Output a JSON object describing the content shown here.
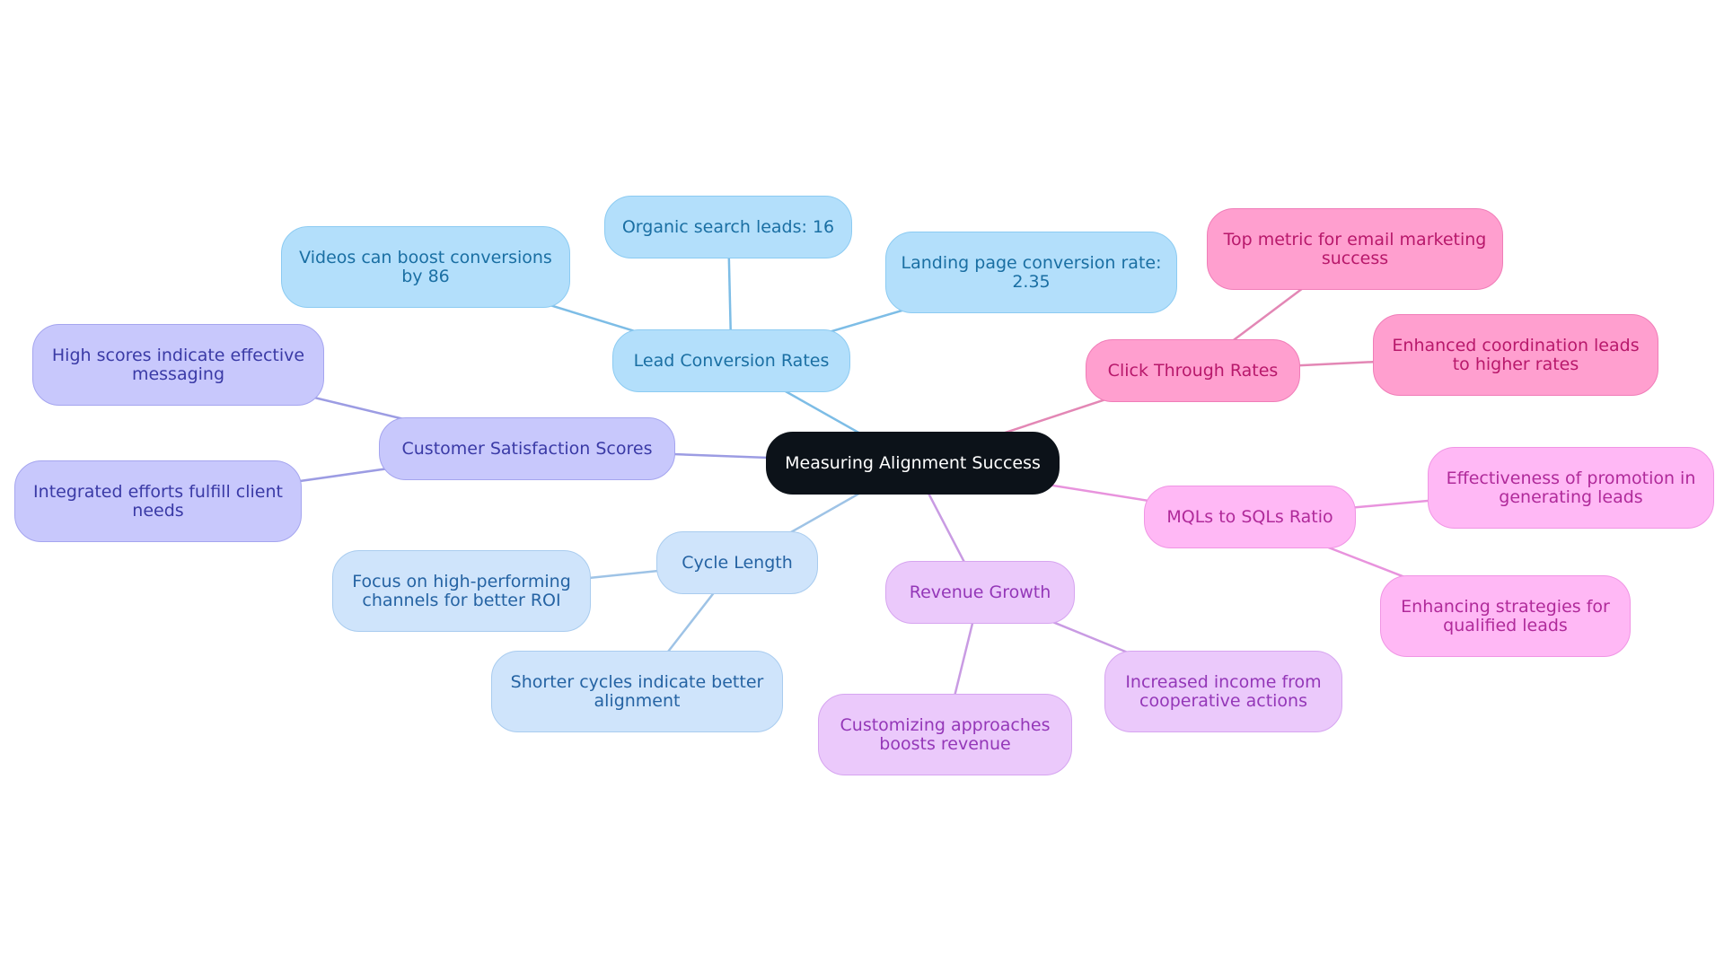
{
  "root": {
    "label": "Measuring Alignment Success",
    "fill": "#0c1219",
    "text": "#ffffff"
  },
  "branches": [
    {
      "id": "lead-conversion-rates",
      "label": "Lead Conversion Rates",
      "fill": "#b3dffb",
      "stroke": "#8ccbf2",
      "text": "#1a6fa3",
      "line": "#7dbde6",
      "children": [
        {
          "id": "videos",
          "label": "Videos can boost conversions by 86"
        },
        {
          "id": "organic",
          "label": "Organic search leads: 16"
        },
        {
          "id": "landing",
          "label": "Landing page conversion rate: 2.35"
        }
      ]
    },
    {
      "id": "click-through-rates",
      "label": "Click Through Rates",
      "fill": "#ff9fcf",
      "stroke": "#f07db8",
      "text": "#b8186b",
      "line": "#e387b5",
      "children": [
        {
          "id": "top-metric",
          "label": "Top metric for email marketing success"
        },
        {
          "id": "enhanced-coordination",
          "label": "Enhanced coordination leads to higher rates"
        }
      ]
    },
    {
      "id": "mqls-to-sqls",
      "label": "MQLs to SQLs Ratio",
      "fill": "#ffb8f5",
      "stroke": "#f095e4",
      "text": "#b02a9a",
      "line": "#e893dd",
      "children": [
        {
          "id": "effectiveness",
          "label": "Effectiveness of promotion in generating leads"
        },
        {
          "id": "enhancing-strategies",
          "label": "Enhancing strategies for qualified leads"
        }
      ]
    },
    {
      "id": "revenue-growth",
      "label": "Revenue Growth",
      "fill": "#ebc9fb",
      "stroke": "#d6a5f0",
      "text": "#9437b8",
      "line": "#c99be3",
      "children": [
        {
          "id": "increased-income",
          "label": "Increased income from cooperative actions"
        },
        {
          "id": "customizing",
          "label": "Customizing approaches boosts revenue"
        }
      ]
    },
    {
      "id": "cycle-length",
      "label": "Cycle Length",
      "fill": "#cfe4fb",
      "stroke": "#a9ccef",
      "text": "#2563a3",
      "line": "#9ec3e6",
      "children": [
        {
          "id": "focus-channels",
          "label": "Focus on high-performing channels for better ROI"
        },
        {
          "id": "shorter-cycles",
          "label": "Shorter cycles indicate better alignment"
        }
      ]
    },
    {
      "id": "customer-satisfaction",
      "label": "Customer Satisfaction Scores",
      "fill": "#c8c8fc",
      "stroke": "#a5a5ef",
      "text": "#3a3aa6",
      "line": "#9c9ce3",
      "children": [
        {
          "id": "high-scores",
          "label": "High scores indicate effective messaging"
        },
        {
          "id": "integrated-efforts",
          "label": "Integrated efforts fulfill client needs"
        }
      ]
    }
  ]
}
